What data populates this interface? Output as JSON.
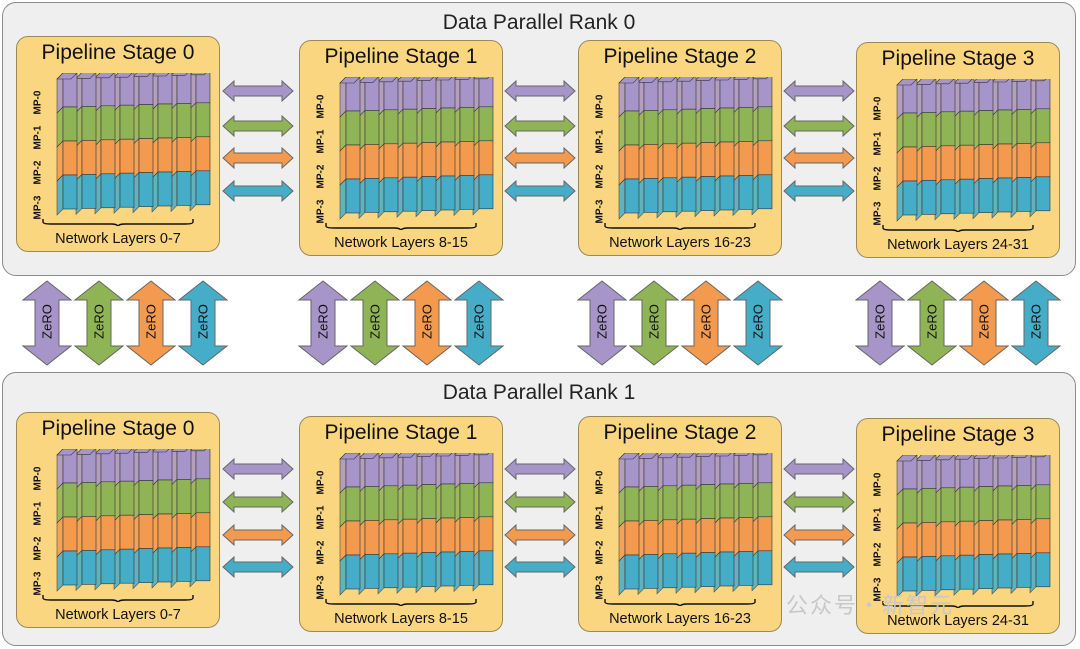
{
  "ranks": [
    {
      "title": "Data Parallel Rank 0",
      "stages": [
        {
          "title": "Pipeline Stage 0",
          "layers": "Network Layers 0-7"
        },
        {
          "title": "Pipeline Stage 1",
          "layers": "Network Layers 8-15"
        },
        {
          "title": "Pipeline Stage 2",
          "layers": "Network Layers 16-23"
        },
        {
          "title": "Pipeline Stage 3",
          "layers": "Network Layers 24-31"
        }
      ]
    },
    {
      "title": "Data Parallel Rank 1",
      "stages": [
        {
          "title": "Pipeline Stage 0",
          "layers": "Network Layers 0-7"
        },
        {
          "title": "Pipeline Stage 1",
          "layers": "Network Layers 8-15"
        },
        {
          "title": "Pipeline Stage 2",
          "layers": "Network Layers 16-23"
        },
        {
          "title": "Pipeline Stage 3",
          "layers": "Network Layers 24-31"
        }
      ]
    }
  ],
  "mp_labels": [
    "MP-0",
    "MP-1",
    "MP-2",
    "MP-3"
  ],
  "zero_label": "ZeRO",
  "colors": {
    "mp0": "#a795c9",
    "mp1": "#8fb456",
    "mp2": "#f39a4f",
    "mp3": "#45adc8",
    "stage_fill": "#fad680",
    "rank_fill": "#efefef"
  },
  "watermark": "公众号・新智元"
}
